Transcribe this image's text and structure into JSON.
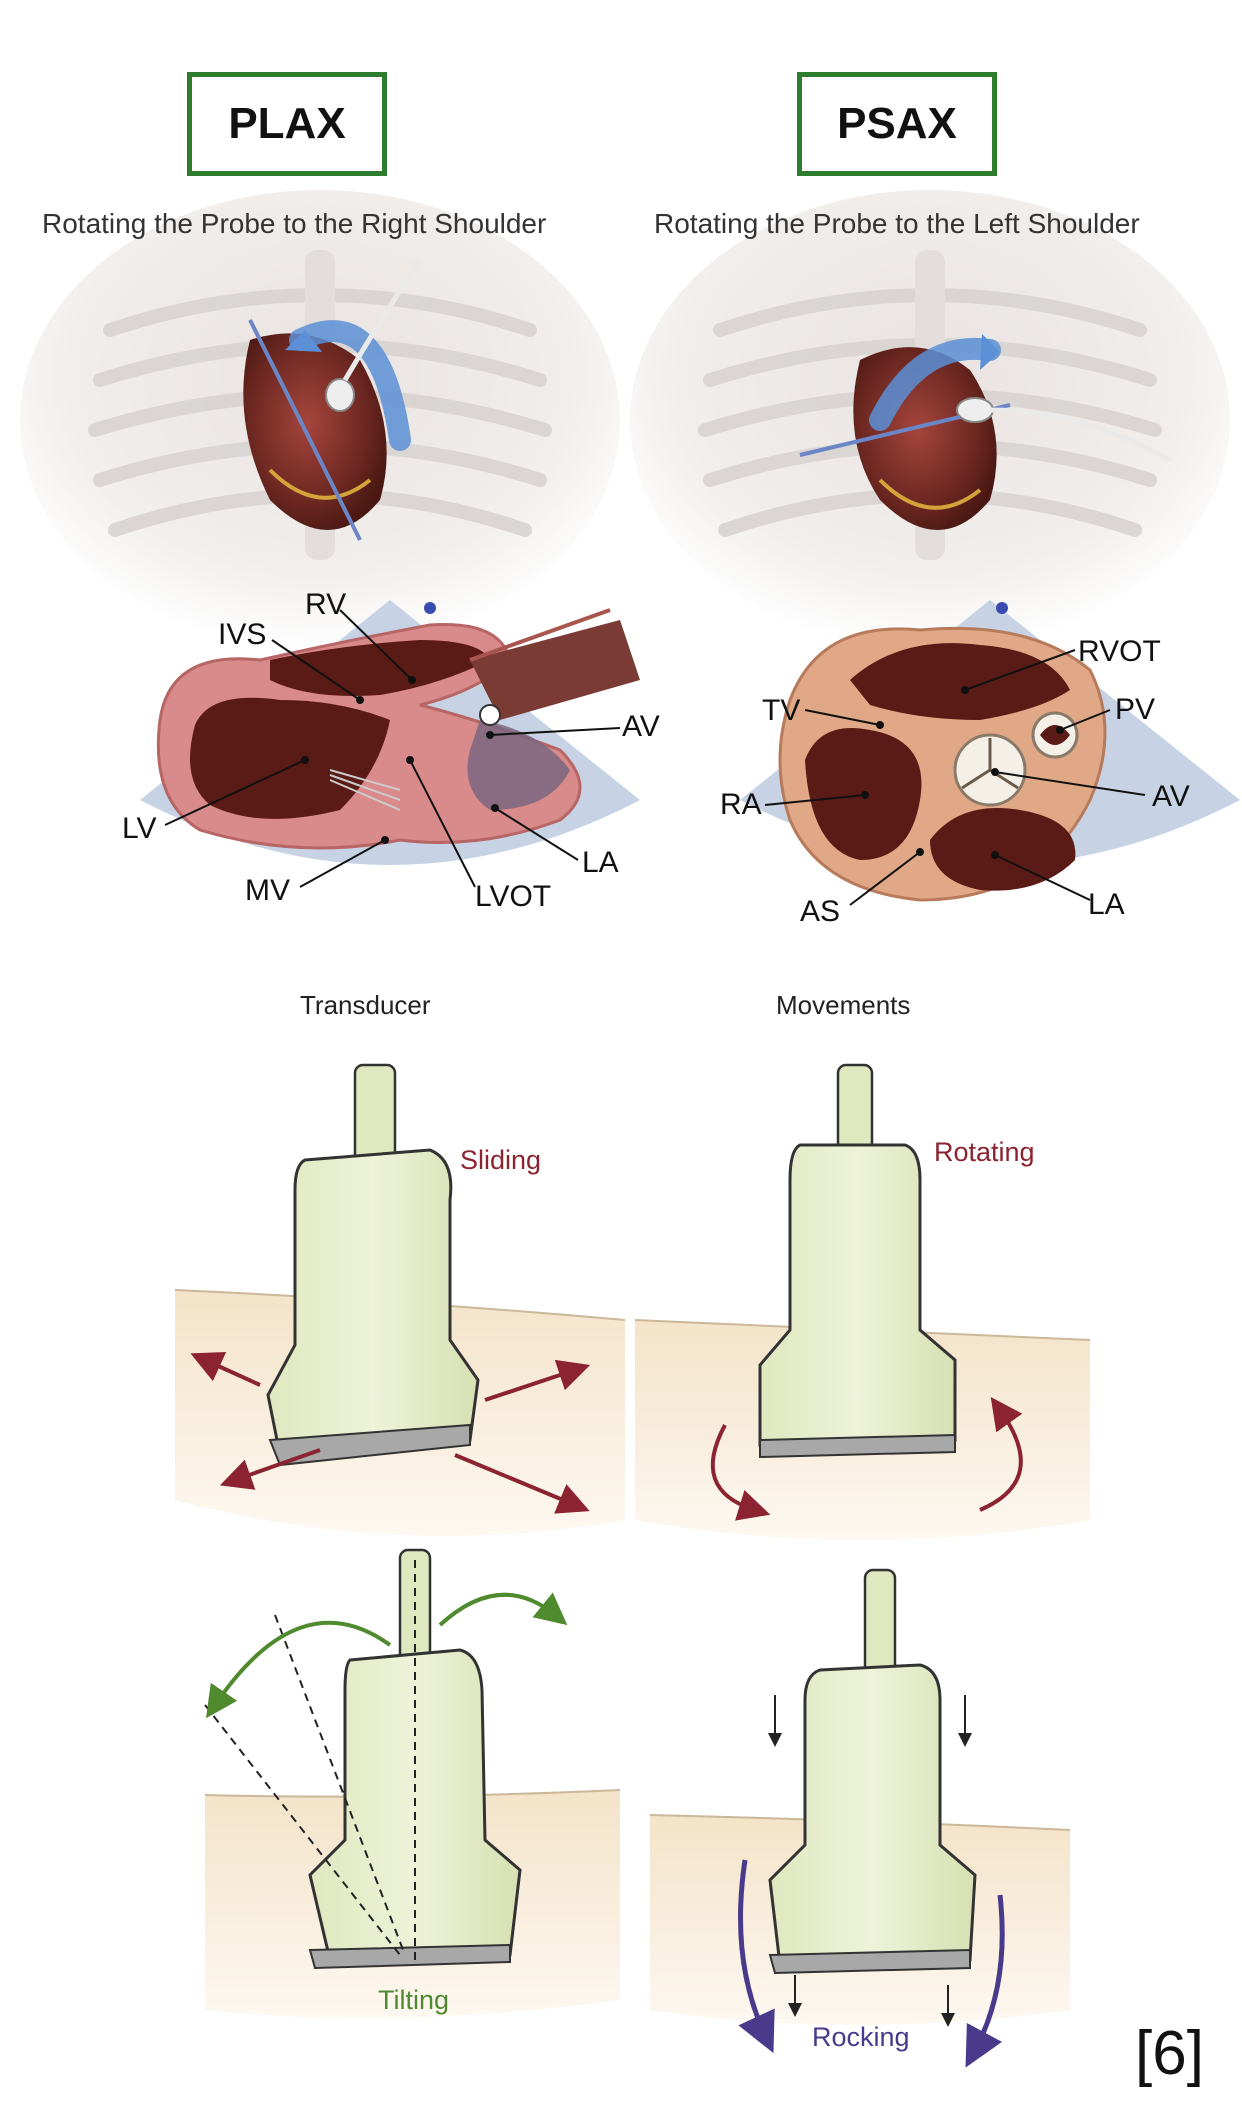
{
  "views": {
    "plax": {
      "title": "PLAX",
      "subtitle": "Rotating the Probe to the Right Shoulder"
    },
    "psax": {
      "title": "PSAX",
      "subtitle": "Rotating the Probe to the Left Shoulder"
    }
  },
  "plax_labels": {
    "rv": "RV",
    "ivs": "IVS",
    "av": "AV",
    "lv": "LV",
    "la": "LA",
    "mv": "MV",
    "lvot": "LVOT"
  },
  "psax_labels": {
    "rvot": "RVOT",
    "tv": "TV",
    "pv": "PV",
    "ra": "RA",
    "av": "AV",
    "as": "AS",
    "la": "LA"
  },
  "movements": {
    "transducer_header": "Transducer",
    "movements_header": "Movements",
    "sliding": "Sliding",
    "rotating": "Rotating",
    "tilting": "Tilting",
    "rocking": "Rocking"
  },
  "citation": "[6]",
  "colors": {
    "box_border": "#2e7d2e",
    "heart_chamber": "#5a1a16",
    "myocardium": "#d98a8a",
    "sector": "#b9c8de",
    "probe": "#e4ecc8",
    "skin": "#f6e7cf",
    "arrow_red": "#8b2331",
    "arrow_green": "#4f8a2e",
    "arrow_purple": "#4a3a8c",
    "arrow_blue": "#5b8fd6"
  }
}
